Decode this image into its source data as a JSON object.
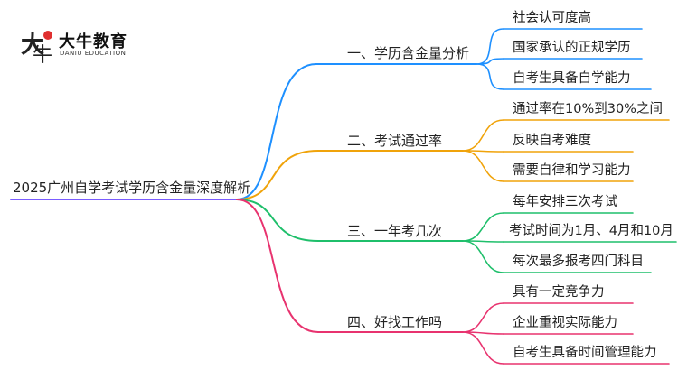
{
  "brand": {
    "name": "大牛教育",
    "sub": "DANIU EDUCATION"
  },
  "colors": {
    "blue": "#1e90ff",
    "orange": "#f0a30a",
    "green": "#1fbf6b",
    "pink": "#e8336f",
    "root_line": "#7a5cff"
  },
  "root": "2025广州自学考试学历含金量深度解析",
  "branches": [
    {
      "label": "一、学历含金量分析",
      "color": "blue",
      "leaves": [
        "社会认可度高",
        "国家承认的正规学历",
        "自考生具备自学能力"
      ]
    },
    {
      "label": "二、考试通过率",
      "color": "orange",
      "leaves": [
        "通过率在10%到30%之间",
        "反映自考难度",
        "需要自律和学习能力"
      ]
    },
    {
      "label": "三、一年考几次",
      "color": "green",
      "leaves": [
        "每年安排三次考试",
        "考试时间为1月、4月和10月",
        "每次最多报考四门科目"
      ]
    },
    {
      "label": "四、好找工作吗",
      "color": "pink",
      "leaves": [
        "具有一定竞争力",
        "企业重视实际能力",
        "自考生具备时间管理能力"
      ]
    }
  ]
}
